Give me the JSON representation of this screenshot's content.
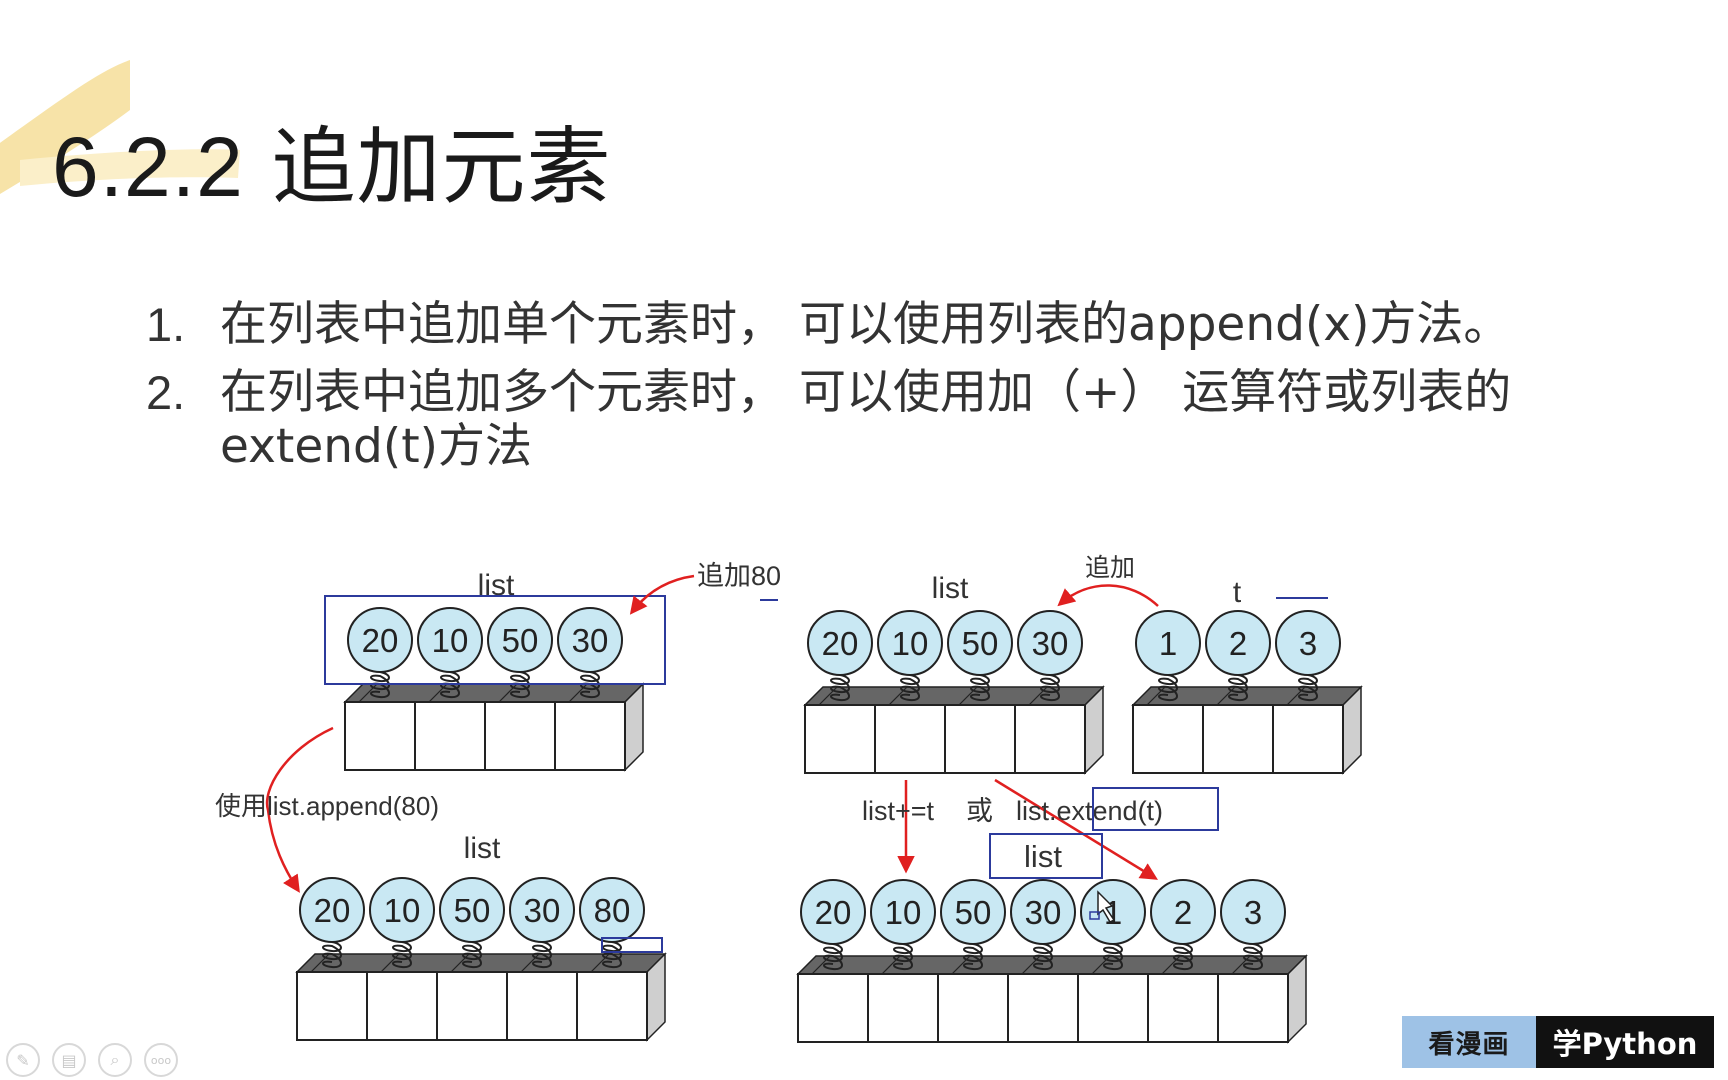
{
  "slide": {
    "title_number": "6.2.2",
    "title_text": "追加元素",
    "points": [
      {
        "index": "1.",
        "text": "在列表中追加单个元素时， 可以使用列表的append(x)方法。"
      },
      {
        "index": "2.",
        "text": "在列表中追加多个元素时， 可以使用加（+） 运算符或列表的extend(t)方法"
      }
    ]
  },
  "diagram": {
    "left": {
      "top_list_label": "list",
      "top_values": [
        "20",
        "10",
        "50",
        "30"
      ],
      "append_annotation": "追加80",
      "method_label": "使用list.append(80)",
      "bottom_list_label": "list",
      "bottom_values": [
        "20",
        "10",
        "50",
        "30",
        "80"
      ]
    },
    "right": {
      "list_label": "list",
      "list_values": [
        "20",
        "10",
        "50",
        "30"
      ],
      "t_label": "t",
      "t_values": [
        "1",
        "2",
        "3"
      ],
      "append_annotation": "追加",
      "op_plus": "list+=t",
      "op_or": "或",
      "op_extend": "list.extend(t)",
      "result_label": "list",
      "result_values": [
        "20",
        "10",
        "50",
        "30",
        "1",
        "2",
        "3"
      ]
    }
  },
  "brand": {
    "part1": "看漫画",
    "part2": "学Python"
  },
  "toolbar": {
    "icons": [
      "pen-icon",
      "slides-icon",
      "zoom-icon",
      "more-icon"
    ],
    "more_glyph": "ooo"
  },
  "colors": {
    "ball": "#c9e8f3",
    "arrow": "#e02020",
    "highlight": "#2c3a9c",
    "title_stroke": "#f7e3a8",
    "brand_blue": "#9ec2e6",
    "brand_dark": "#111111"
  }
}
